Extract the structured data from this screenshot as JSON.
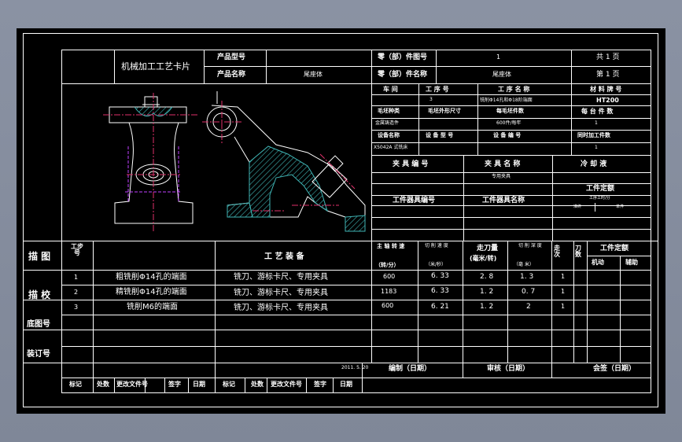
{
  "card": {
    "title": "机械加工工艺卡片",
    "product_model_label": "产品型号",
    "product_name_label": "产品名称",
    "product_name": "尾座体",
    "part_no_label": "零（部）件图号",
    "part_no": "1",
    "part_name_label": "零（部）件名称",
    "part_name": "尾座体",
    "total_pages": "共   1   页",
    "page_no": "第   1   页"
  },
  "header_grid": {
    "workshop_label": "车    间",
    "process_no_label": "工 序 号",
    "process_name_label": "工  序  名  称",
    "material_label": "材 料 牌 号",
    "process_no": "3",
    "process_name": "铣削Φ14孔和Φ18阶端面",
    "material": "HT200",
    "blank_type_label": "毛坯种类",
    "blank_size_label": "毛坯外形尺寸",
    "blank_qty_label": "每毛坯件数",
    "per_machine_label": "每  台  件  数",
    "blank_type": "金属铸造件",
    "blank_qty": "600件/每年",
    "per_machine": "1",
    "equip_name_label": "设备名称",
    "equip_model_label": "设  备  型  号",
    "equip_no_label": "设 备 编 号",
    "simultaneous_label": "同时加工件数",
    "equip_name": "X5042A 式铣床",
    "simultaneous": "1",
    "fixture_no_label": "夹 具 编 号",
    "fixture_name_label": "夹 具 名 称",
    "coolant_label": "冷 却 液",
    "fixture_name": "专用夹具",
    "station_tool_no_label": "工件器具编号",
    "station_tool_name_label": "工件器具名称",
    "quota_label": "工件定额",
    "quota_sub": "工序工时/分",
    "quota_prep": "准终",
    "quota_single": "单件"
  },
  "table_header": {
    "step_label": "工步号",
    "content_label": "工  艺  装  备",
    "speed_label": "主 轴 转 速",
    "speed_unit": "（转/分）",
    "cut_speed_label": "切 削 速 度",
    "cut_speed_unit": "（米/秒）",
    "feed_label": "走刀量",
    "feed_unit": "(毫米/转)",
    "depth_label": "切 削 深 度",
    "depth_unit": "（毫 米）",
    "passes_label": "走 次",
    "tool_label": "刀 数",
    "time_label": "工件定额",
    "machine_time": "机动",
    "aux_time": "辅助"
  },
  "side_labels": {
    "draw": "描 图",
    "trace": "描 校",
    "base_no": "底图号",
    "binding_no": "装订号"
  },
  "steps": [
    {
      "no": "1",
      "content": "粗铣削Φ14孔的端面",
      "equip": "铣刀、游标卡尺、专用夹具",
      "speed": "600",
      "vc": "6. 33",
      "feed": "2. 8",
      "depth": "1. 3",
      "passes": "1"
    },
    {
      "no": "2",
      "content": "精铣削Φ14孔的端面",
      "equip": "铣刀、游标卡尺、专用夹具",
      "speed": "1183",
      "vc": "6. 33",
      "feed": "1. 2",
      "depth": "0. 7",
      "passes": "1"
    },
    {
      "no": "3",
      "content": "铣削M6的端面",
      "equip": "铣刀、游标卡尺、专用夹具",
      "speed": "600",
      "vc": "6. 21",
      "feed": "1. 2",
      "depth": "2",
      "passes": "1"
    }
  ],
  "footer": {
    "date": "2011. 5. 20",
    "compile": "编制（日期）",
    "review": "审核（日期）",
    "sign": "会签（日期）",
    "mark": "标记",
    "count": "处数",
    "change_doc": "更改文件号",
    "signature": "签字",
    "day": "日期"
  },
  "colors": {
    "background": "#000000",
    "line": "#ffffff",
    "center": "#e0306a",
    "hatch": "#3fb4b4",
    "drawing": "#ffffff"
  }
}
